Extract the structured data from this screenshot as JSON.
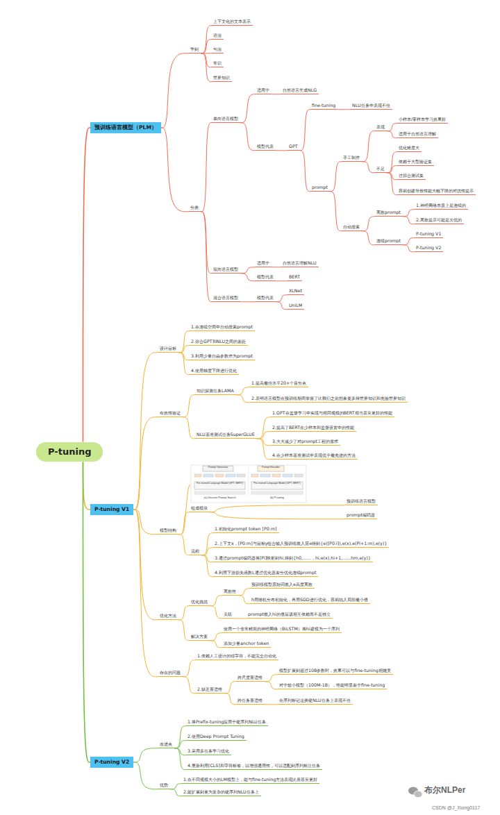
{
  "diagram": {
    "nodes": [
      {
        "text": [
          "P-tuning"
        ]
      },
      {
        "text": [
          "预训练语言模型（PLM）"
        ]
      },
      {
        "text": [
          "学到"
        ]
      },
      {
        "text": [
          "上下文化的文本表示"
        ]
      },
      {
        "text": [
          "语法"
        ]
      },
      {
        "text": [
          "句法"
        ]
      },
      {
        "text": [
          "常识"
        ]
      },
      {
        "text": [
          "世界知识"
        ]
      },
      {
        "text": [
          "分类"
        ]
      },
      {
        "text": [
          "单向语言模型"
        ]
      },
      {
        "text": [
          "适用于"
        ]
      },
      {
        "text": [
          "自然语言生成NLG"
        ]
      },
      {
        "text": [
          "模型代表"
        ]
      },
      {
        "text": [
          "GPT"
        ]
      },
      {
        "text": [
          "fine-tuning"
        ]
      },
      {
        "text": [
          "NLU任务中表现不佳"
        ]
      },
      {
        "text": [
          "prompt"
        ]
      },
      {
        "text": [
          "手工制作"
        ]
      },
      {
        "text": [
          "表现"
        ]
      },
      {
        "text": [
          "小样本/零样本学习效果好"
        ]
      },
      {
        "text": [
          "适用于自然语言理解"
        ]
      },
      {
        "text": [
          "不足"
        ]
      },
      {
        "text": [
          "优化难度大"
        ]
      },
      {
        "text": [
          "依赖于大型验证集"
        ]
      },
      {
        "text": [
          "过拟合测试集"
        ]
      },
      {
        "text": [
          "容易创建导致性能大幅下降的对抗性提示"
        ]
      },
      {
        "text": [
          "自动搜索"
        ]
      },
      {
        "text": [
          "离散prompt"
        ]
      },
      {
        "text": [
          "1.神经网络本质上是连续的"
        ]
      },
      {
        "text": [
          "2.离散提示可能是次优的"
        ]
      },
      {
        "text": [
          "连续prompt"
        ]
      },
      {
        "text": [
          "P-tuning V1"
        ]
      },
      {
        "text": [
          "P-tuning V2"
        ]
      },
      {
        "text": [
          "双向语言模型"
        ]
      },
      {
        "text": [
          "适用于"
        ]
      },
      {
        "text": [
          "自然语言理解NLU"
        ]
      },
      {
        "text": [
          "模型代表"
        ]
      },
      {
        "text": [
          "BERT"
        ]
      },
      {
        "text": [
          "混合语言模型"
        ]
      },
      {
        "text": [
          "模型代表"
        ]
      },
      {
        "text": [
          "XLNet"
        ]
      },
      {
        "text": [
          "UniLM"
        ]
      },
      {
        "text": [
          "P-tuning V1"
        ]
      },
      {
        "text": [
          "设计目标"
        ]
      },
      {
        "text": [
          "1.在连续空间中自动搜索prompt"
        ]
      },
      {
        "text": [
          "2.弥合GPT和NLU之间的差距"
        ]
      },
      {
        "text": [
          "3.利用少量自由参数作为prompt"
        ]
      },
      {
        "text": [
          "4.使用梯度下降进行优化"
        ]
      },
      {
        "text": [
          "有效性验证"
        ]
      },
      {
        "text": [
          "知识探测任务LAMA"
        ]
      },
      {
        "text": [
          "1.提高最佳水平20+个百分点"
        ]
      },
      {
        "text": [
          "2.表明语言模型在预训练期间掌握了比我们之前想象要多得世界知识和先验世界知识"
        ]
      },
      {
        "text": [
          "NLU基准测试任务SuperGLUE"
        ]
      },
      {
        "text": [
          "1.GPT在监督学习中实现与相同规模的BERT相当甚至更好的性能"
        ]
      },
      {
        "text": [
          "2.提高了BERT在少样本和监督设置中的性能"
        ]
      },
      {
        "text": [
          "3.大大减少了对prompt工程的需求"
        ]
      },
      {
        "text": [
          "4.在少样本基准测试中表现优于最先进的方法"
        ]
      },
      {
        "text": [
          "模型结构"
        ]
      },
      {
        "text": [
          "组成模块"
        ]
      },
      {
        "text": [
          "预训练语言模型"
        ]
      },
      {
        "text": [
          "prompt编码器"
        ]
      },
      {
        "text": [
          "流程"
        ]
      },
      {
        "text": [
          "1.初始化prompt token [P0:m]"
        ]
      },
      {
        "text": [
          "2.上下文x，[P0:m]与目标y组合输入预训练嵌入层e得到{e([P0:i]),e(x),e(Pi+1:m),e(y)}"
        ]
      },
      {
        "text": [
          "3.通过prompt编码器将[Pi]映射到hi,得到{h0,......，hi,e(x),hi+1,......hm,e(y)}"
        ]
      },
      {
        "text": [
          "4.利用下游损失函数L通过优化器差分优化连续prompt"
        ]
      },
      {
        "text": [
          "优化方法"
        ]
      },
      {
        "text": [
          "优化挑战"
        ]
      },
      {
        "text": [
          "离散性"
        ]
      },
      {
        "text": [
          "预训练模型原始词嵌入e高度离散"
        ]
      },
      {
        "text": [
          "h用随机分布初始化，再用SGD进行优化，容易陷入局部最小值"
        ]
      },
      {
        "text": [
          "关联"
        ]
      },
      {
        "text": [
          "prompt嵌入hi的值应该相互依赖而不是独立"
        ]
      },
      {
        "text": [
          "解决方案"
        ]
      },
      {
        "text": [
          "使用一个非常精简的神经网络（BiLSTM）将hi建模为一个序列"
        ]
      },
      {
        "text": [
          "添加少量anchor token"
        ]
      },
      {
        "text": [
          "存在的问题"
        ]
      },
      {
        "text": [
          "1.依赖人工设计的锚字符，不能完全自动化"
        ]
      },
      {
        "text": [
          "2.缺乏普适性"
        ]
      },
      {
        "text": [
          "跨尺度普适性"
        ]
      },
      {
        "text": [
          "模型扩展到超过10B参数时，效果可以与fine-tuning相媲美"
        ]
      },
      {
        "text": [
          "对于较小模型（100M-1B），性能明显差于fine-tuning"
        ]
      },
      {
        "text": [
          "跨任务普适性"
        ]
      },
      {
        "text": [
          "在序列标记这类硬NLU任务上表现不佳"
        ]
      },
      {
        "text": [
          "P-tuning V2"
        ]
      },
      {
        "text": [
          "改进点"
        ]
      },
      {
        "text": [
          "1.将Prefix-tuning应用于硬序列NLU任务"
        ]
      },
      {
        "text": [
          "2.使用Deep Prompt Tuning"
        ]
      },
      {
        "text": [
          "3.采用多任务学习优化"
        ]
      },
      {
        "text": [
          "4.重新利用[CLS]和字符标签，以增强通用性，可以适配到序列标注任务"
        ]
      },
      {
        "text": [
          "优势"
        ]
      },
      {
        "text": [
          "1.在不同规模大小的LM模型上，能与fine-tuning方法表现比肩甚至更好"
        ]
      },
      {
        "text": [
          "2.能扩展到更为复杂的硬序列NLU任务上"
        ]
      }
    ],
    "edges": [
      {
        "from": 0,
        "to": 1,
        "arrow": "none"
      },
      {
        "from": 1,
        "to": 2,
        "arrow": "none"
      },
      {
        "from": 2,
        "to": 3,
        "arrow": "none"
      },
      {
        "from": 2,
        "to": 4,
        "arrow": "none"
      },
      {
        "from": 2,
        "to": 5,
        "arrow": "none"
      },
      {
        "from": 2,
        "to": 6,
        "arrow": "none"
      },
      {
        "from": 2,
        "to": 7,
        "arrow": "none"
      },
      {
        "from": 1,
        "to": 8,
        "arrow": "none"
      },
      {
        "from": 8,
        "to": 9,
        "arrow": "none"
      },
      {
        "from": 9,
        "to": 10,
        "arrow": "none"
      },
      {
        "from": 10,
        "to": 11,
        "arrow": "none"
      },
      {
        "from": 9,
        "to": 12,
        "arrow": "none"
      },
      {
        "from": 12,
        "to": 13,
        "arrow": "none"
      },
      {
        "from": 13,
        "to": 14,
        "arrow": "none"
      },
      {
        "from": 14,
        "to": 15,
        "arrow": "none"
      },
      {
        "from": 13,
        "to": 16,
        "arrow": "none"
      },
      {
        "from": 16,
        "to": 17,
        "arrow": "none"
      },
      {
        "from": 17,
        "to": 18,
        "arrow": "none"
      },
      {
        "from": 18,
        "to": 19,
        "arrow": "none"
      },
      {
        "from": 18,
        "to": 20,
        "arrow": "none"
      },
      {
        "from": 17,
        "to": 21,
        "arrow": "none"
      },
      {
        "from": 21,
        "to": 22,
        "arrow": "none"
      },
      {
        "from": 21,
        "to": 23,
        "arrow": "none"
      },
      {
        "from": 21,
        "to": 24,
        "arrow": "none"
      },
      {
        "from": 21,
        "to": 25,
        "arrow": "none"
      },
      {
        "from": 16,
        "to": 26,
        "arrow": "none"
      },
      {
        "from": 26,
        "to": 27,
        "arrow": "none"
      },
      {
        "from": 27,
        "to": 28,
        "arrow": "none"
      },
      {
        "from": 27,
        "to": 29,
        "arrow": "none"
      },
      {
        "from": 26,
        "to": 30,
        "arrow": "none"
      },
      {
        "from": 30,
        "to": 31,
        "arrow": "none"
      },
      {
        "from": 30,
        "to": 32,
        "arrow": "none"
      },
      {
        "from": 8,
        "to": 33,
        "arrow": "none"
      },
      {
        "from": 33,
        "to": 34,
        "arrow": "none"
      },
      {
        "from": 34,
        "to": 35,
        "arrow": "none"
      },
      {
        "from": 33,
        "to": 36,
        "arrow": "none"
      },
      {
        "from": 36,
        "to": 37,
        "arrow": "none"
      },
      {
        "from": 8,
        "to": 38,
        "arrow": "none"
      },
      {
        "from": 38,
        "to": 39,
        "arrow": "none"
      },
      {
        "from": 39,
        "to": 40,
        "arrow": "none"
      },
      {
        "from": 39,
        "to": 41,
        "arrow": "none"
      },
      {
        "from": 0,
        "to": 42,
        "arrow": "none"
      },
      {
        "from": 42,
        "to": 43,
        "arrow": "none"
      },
      {
        "from": 43,
        "to": 44,
        "arrow": "none"
      },
      {
        "from": 43,
        "to": 45,
        "arrow": "none"
      },
      {
        "from": 43,
        "to": 46,
        "arrow": "none"
      },
      {
        "from": 43,
        "to": 47,
        "arrow": "none"
      },
      {
        "from": 42,
        "to": 48,
        "arrow": "none"
      },
      {
        "from": 48,
        "to": 49,
        "arrow": "none"
      },
      {
        "from": 49,
        "to": 50,
        "arrow": "none"
      },
      {
        "from": 49,
        "to": 51,
        "arrow": "none"
      },
      {
        "from": 48,
        "to": 52,
        "arrow": "none"
      },
      {
        "from": 52,
        "to": 53,
        "arrow": "none"
      },
      {
        "from": 52,
        "to": 54,
        "arrow": "none"
      },
      {
        "from": 52,
        "to": 55,
        "arrow": "none"
      },
      {
        "from": 52,
        "to": 56,
        "arrow": "none"
      },
      {
        "from": 42,
        "to": 57,
        "arrow": "none"
      },
      {
        "from": 57,
        "to": 58,
        "arrow": "none"
      },
      {
        "from": 58,
        "to": 59,
        "arrow": "none"
      },
      {
        "from": 58,
        "to": 60,
        "arrow": "none"
      },
      {
        "from": 57,
        "to": 61,
        "arrow": "none"
      },
      {
        "from": 61,
        "to": 62,
        "arrow": "none"
      },
      {
        "from": 61,
        "to": 63,
        "arrow": "none"
      },
      {
        "from": 61,
        "to": 64,
        "arrow": "none"
      },
      {
        "from": 61,
        "to": 65,
        "arrow": "none"
      },
      {
        "from": 42,
        "to": 66,
        "arrow": "none"
      },
      {
        "from": 66,
        "to": 67,
        "arrow": "none"
      },
      {
        "from": 67,
        "to": 68,
        "arrow": "none"
      },
      {
        "from": 68,
        "to": 69,
        "arrow": "none"
      },
      {
        "from": 68,
        "to": 70,
        "arrow": "none"
      },
      {
        "from": 67,
        "to": 71,
        "arrow": "none"
      },
      {
        "from": 71,
        "to": 72,
        "arrow": "none"
      },
      {
        "from": 66,
        "to": 73,
        "arrow": "none"
      },
      {
        "from": 73,
        "to": 74,
        "arrow": "none"
      },
      {
        "from": 73,
        "to": 75,
        "arrow": "none"
      },
      {
        "from": 42,
        "to": 76,
        "arrow": "none"
      },
      {
        "from": 76,
        "to": 77,
        "arrow": "none"
      },
      {
        "from": 76,
        "to": 78,
        "arrow": "none"
      },
      {
        "from": 78,
        "to": 79,
        "arrow": "none"
      },
      {
        "from": 79,
        "to": 80,
        "arrow": "none"
      },
      {
        "from": 79,
        "to": 81,
        "arrow": "none"
      },
      {
        "from": 78,
        "to": 82,
        "arrow": "none"
      },
      {
        "from": 82,
        "to": 83,
        "arrow": "none"
      },
      {
        "from": 0,
        "to": 84,
        "arrow": "none"
      },
      {
        "from": 84,
        "to": 85,
        "arrow": "none"
      },
      {
        "from": 85,
        "to": 86,
        "arrow": "none"
      },
      {
        "from": 85,
        "to": 87,
        "arrow": "none"
      },
      {
        "from": 85,
        "to": 88,
        "arrow": "none"
      },
      {
        "from": 85,
        "to": 89,
        "arrow": "none"
      },
      {
        "from": 84,
        "to": 90,
        "arrow": "none"
      },
      {
        "from": 90,
        "to": 91,
        "arrow": "none"
      },
      {
        "from": 90,
        "to": 92,
        "arrow": "none"
      }
    ],
    "labels": [
      "Prompt Generator",
      "Prompt Encoder",
      "Pre-trained Language Model (GPT, BERT)",
      "Pre-trained Language Model (GPT, BERT)",
      "(a) Discrete Prompt Search",
      "(b) P-tuning",
      "布尔NLPer",
      "CSDN @J_Xiong0117"
    ]
  }
}
